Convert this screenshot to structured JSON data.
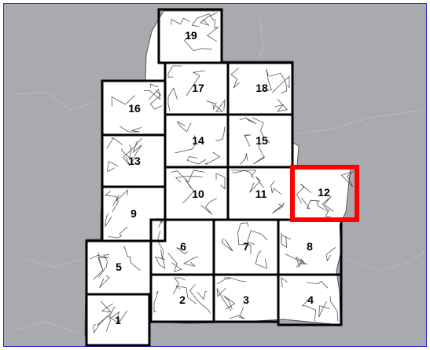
{
  "map": {
    "colors": {
      "outside": "#a9aaaf",
      "county": "#ffffff",
      "grid": "#000000",
      "highlight": "#ff0000",
      "frame": "#3030d0",
      "roads": "#555555"
    },
    "selected_tile": "12",
    "tiles": [
      {
        "label": "1"
      },
      {
        "label": "2"
      },
      {
        "label": "3"
      },
      {
        "label": "4"
      },
      {
        "label": "5"
      },
      {
        "label": "6"
      },
      {
        "label": "7"
      },
      {
        "label": "8"
      },
      {
        "label": "9"
      },
      {
        "label": "10"
      },
      {
        "label": "11"
      },
      {
        "label": "12"
      },
      {
        "label": "13"
      },
      {
        "label": "14"
      },
      {
        "label": "15"
      },
      {
        "label": "16"
      },
      {
        "label": "17"
      },
      {
        "label": "18"
      },
      {
        "label": "19"
      }
    ]
  }
}
